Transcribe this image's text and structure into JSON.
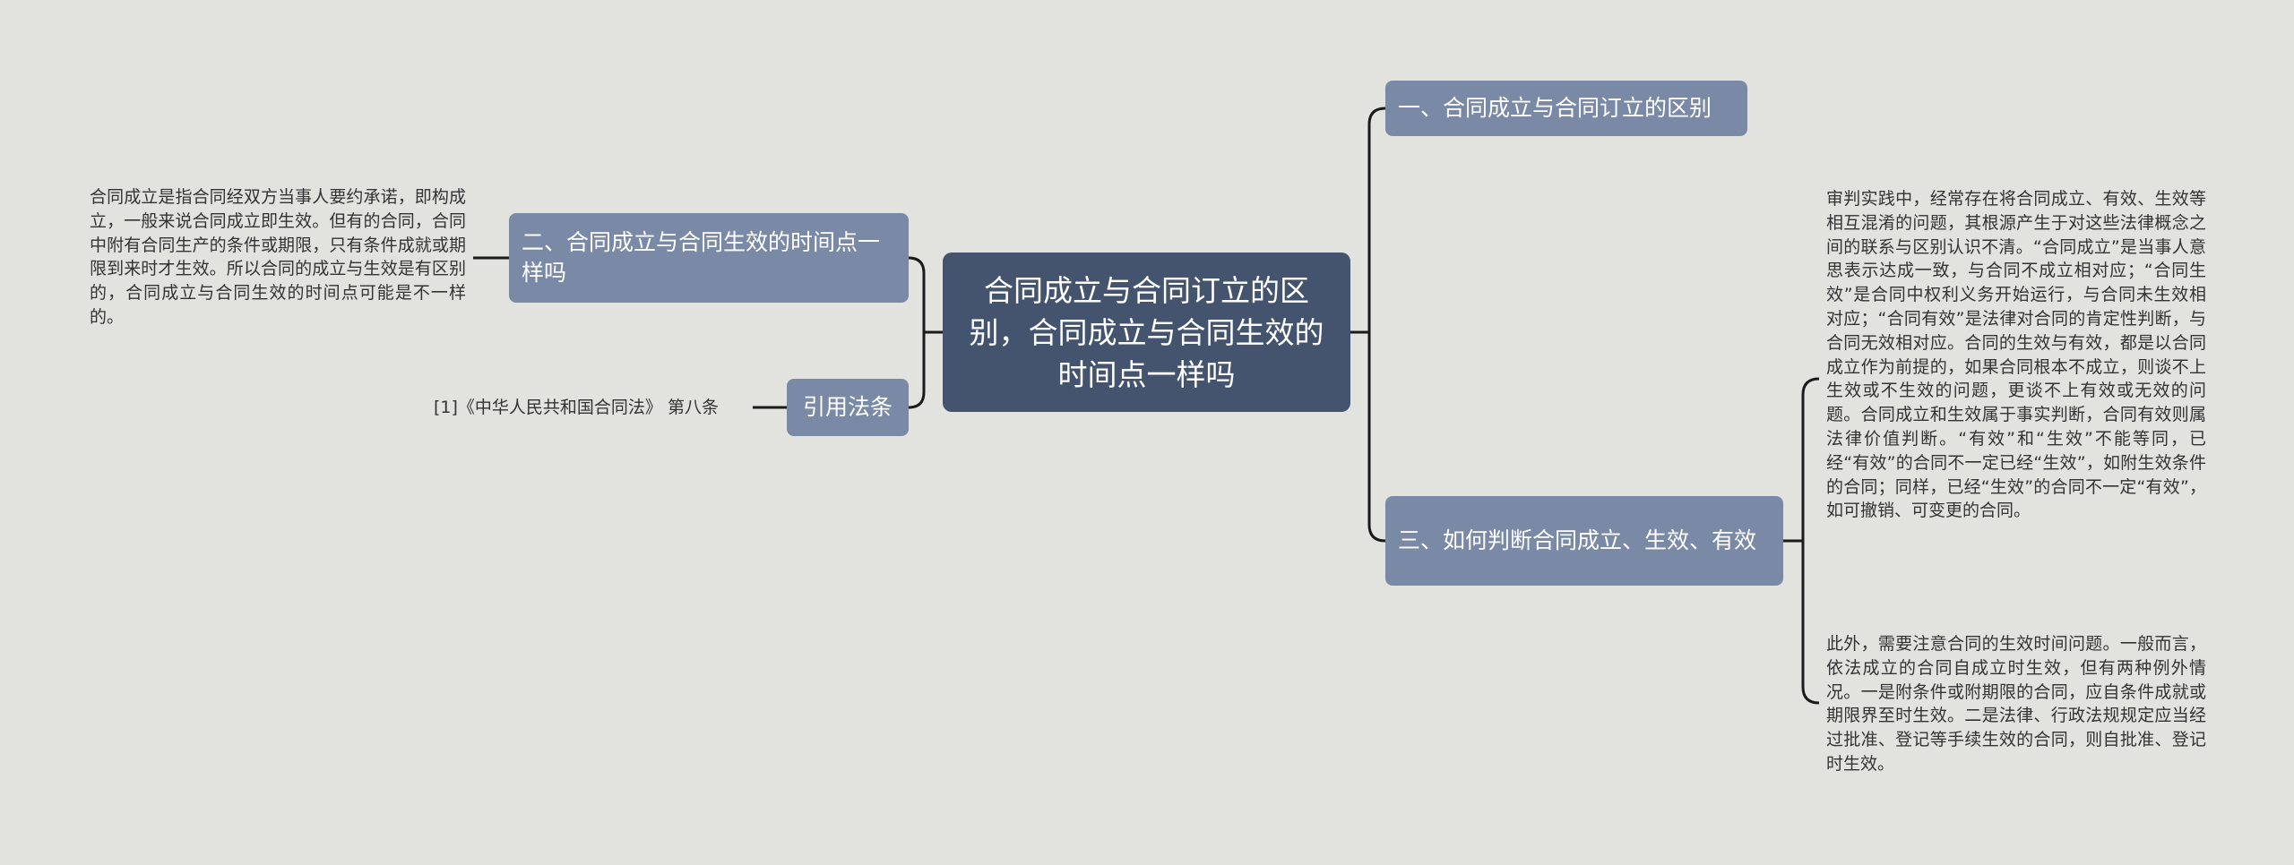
{
  "root": {
    "title": "合同成立与合同订立的区别，合同成立与合同生效的时间点一样吗"
  },
  "branches": {
    "b1": {
      "label": "一、合同成立与合同订立的区别"
    },
    "b2": {
      "label": "二、合同成立与合同生效的时间点一样吗"
    },
    "b3": {
      "label": "三、如何判断合同成立、生效、有效"
    },
    "b4": {
      "label": "引用法条"
    }
  },
  "leaves": {
    "b2_text": "合同成立是指合同经双方当事人要约承诺，即构成立，一般来说合同成立即生效。但有的合同，合同中附有合同生产的条件或期限，只有条件成就或期限到来时才生效。所以合同的成立与生效是有区别的，合同成立与合同生效的时间点可能是不一样的。",
    "b3_text1": "审判实践中，经常存在将合同成立、有效、生效等相互混淆的问题，其根源产生于对这些法律概念之间的联系与区别认识不清。“合同成立”是当事人意思表示达成一致，与合同不成立相对应；“合同生效”是合同中权利义务开始运行，与合同未生效相对应；“合同有效”是法律对合同的肯定性判断，与合同无效相对应。合同的生效与有效，都是以合同成立作为前提的，如果合同根本不成立，则谈不上生效或不生效的问题，更谈不上有效或无效的问题。合同成立和生效属于事实判断，合同有效则属法律价值判断。“有效”和“生效”不能等同，已经“有效”的合同不一定已经“生效”，如附生效条件的合同；同样，已经“生效”的合同不一定“有效”，如可撤销、可变更的合同。",
    "b3_text2": "此外，需要注意合同的生效时间问题。一般而言，依法成立的合同自成立时生效，但有两种例外情况。一是附条件或附期限的合同，应自条件成就或期限界至时生效。二是法律、行政法规规定应当经过批准、登记等手续生效的合同，则自批准、登记时生效。",
    "b4_text": "[1]《中华人民共和国合同法》 第八条"
  },
  "colors": {
    "background": "#e2e2df",
    "root_fill": "#44546e",
    "branch_fill": "#7a8aa6",
    "connector": "#1a1a1a"
  }
}
